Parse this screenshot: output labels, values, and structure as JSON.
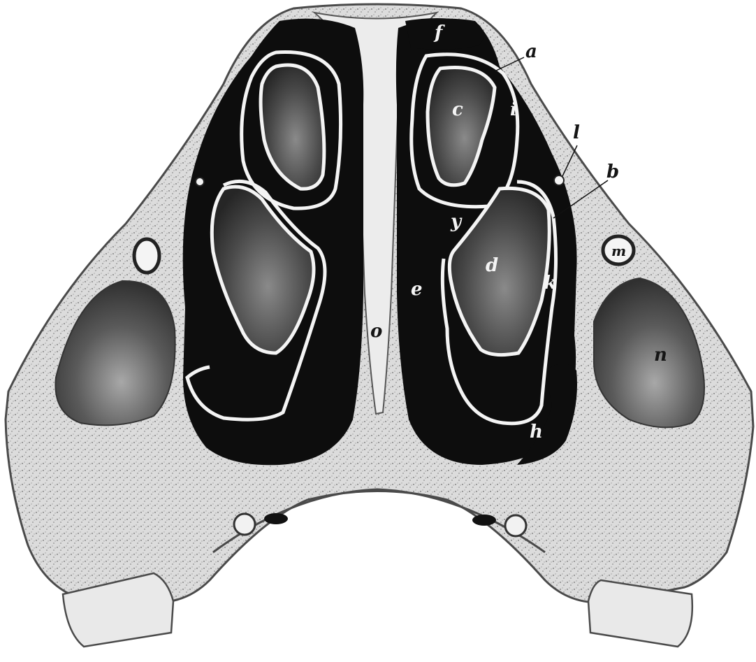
{
  "figure": {
    "palette": {
      "bone": "#d9d9d9",
      "bone_stroke": "#4a4a4a",
      "cavity": "#0d0d0d",
      "tissue_dark": "#3a3a3a",
      "tissue_mid": "#6a6a6a",
      "septum": "#ececec",
      "outline": "#f4f4f4"
    },
    "labels": {
      "a": "a",
      "b": "b",
      "c": "c",
      "d": "d",
      "e": "e",
      "f": "f",
      "h": "h",
      "i": "i",
      "k": "k",
      "l": "l",
      "m": "m",
      "n": "n",
      "o": "o",
      "y": "y"
    }
  }
}
